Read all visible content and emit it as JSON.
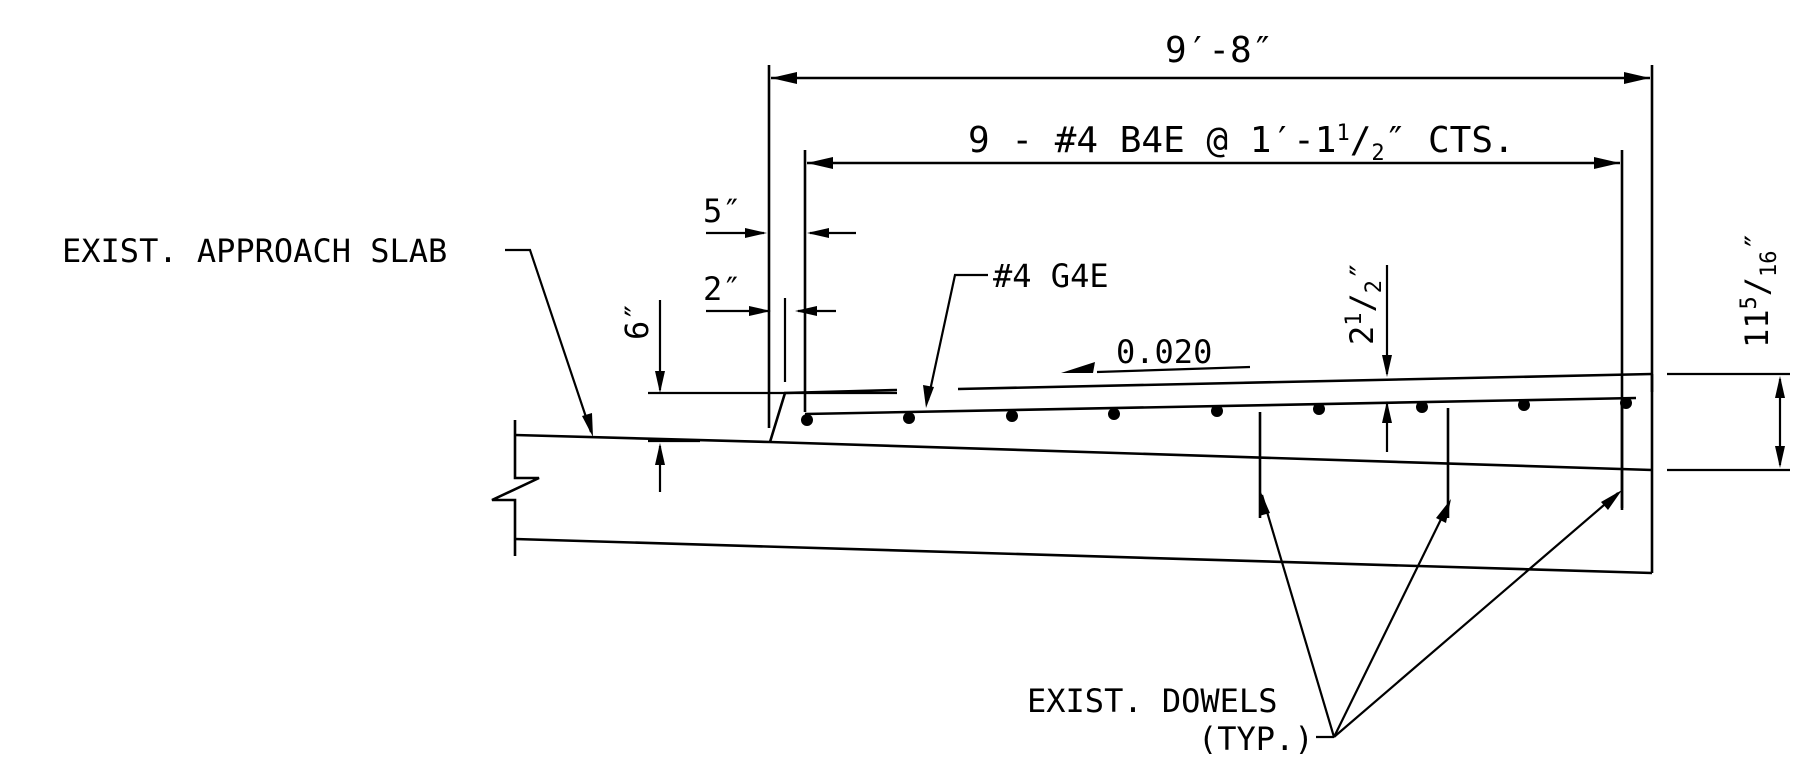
{
  "drawing": {
    "overall_width": "9′-8″",
    "bars_label": "9 - #4 B4E @ 1′-1",
    "bars_frac_num": "1",
    "bars_frac_den": "2",
    "bars_suffix": "″ CTS.",
    "dim_5": "5″",
    "dim_2": "2″",
    "dim_6": "6″",
    "dim_2half_whole": "2",
    "dim_2half_num": "1",
    "dim_2half_den": "2",
    "dim_2half_unit": "″",
    "dim_depth_whole": "11",
    "dim_depth_num": "5",
    "dim_depth_den": "16",
    "dim_depth_unit": "″",
    "slope": "0.020",
    "bar_g4e": "#4 G4E",
    "exist_slab": "EXIST. APPROACH SLAB",
    "exist_dowels": "EXIST. DOWELS",
    "typ": "(TYP.)"
  }
}
